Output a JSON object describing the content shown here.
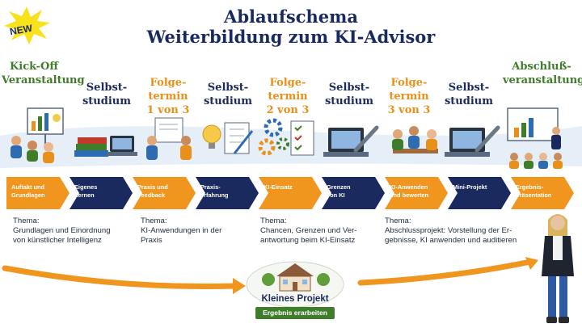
{
  "badge": "NEW",
  "header": {
    "title_line1": "Ablaufschema",
    "title_line2": "Weiterbildung zum KI-Advisor"
  },
  "stages": [
    {
      "title": "Kick-Off\nVeranstaltung",
      "color": "#3f7d2a"
    },
    {
      "title": "Selbst-\nstudium",
      "color": "#1b2a5e"
    },
    {
      "title": "Folge-\ntermin\n1 von 3",
      "color": "#e8901a"
    },
    {
      "title": "Selbst-\nstudium",
      "color": "#1b2a5e"
    },
    {
      "title": "Folge-\ntermin\n2 von 3",
      "color": "#e8901a"
    },
    {
      "title": "Selbst-\nstudium",
      "color": "#1b2a5e"
    },
    {
      "title": "Folge-\ntermin\n3 von 3",
      "color": "#e8901a"
    },
    {
      "title": "Selbst-\nstudium",
      "color": "#1b2a5e"
    },
    {
      "title": "Abschluß-\nveranstaltung",
      "color": "#3f7d2a"
    }
  ],
  "steps": [
    {
      "label": "Auftakt und\nGrundlagen",
      "color": "#f0961e"
    },
    {
      "label": "Eigenes\nLernen",
      "color": "#1b2a5e"
    },
    {
      "label": "Praxis und\nFeedback",
      "color": "#f0961e"
    },
    {
      "label": "Praxis-\nerfahrung",
      "color": "#1b2a5e"
    },
    {
      "label": "KI-Einsatz",
      "color": "#f0961e"
    },
    {
      "label": "Grenzen\nvon KI",
      "color": "#1b2a5e"
    },
    {
      "label": "KI-Anwenden\nund bewerten",
      "color": "#f0961e"
    },
    {
      "label": "Mini-Projekt",
      "color": "#1b2a5e"
    },
    {
      "label": "Ergebnis-\npräsentation",
      "color": "#f0961e"
    }
  ],
  "themes": [
    {
      "heading": "Thema:",
      "body": "Grundlagen und Einordnung\nvon künstlicher Intelligenz"
    },
    {
      "heading": "Thema:",
      "body": "KI-Anwendungen in der\nPraxis"
    },
    {
      "heading": "Thema:",
      "body": "Chancen, Grenzen und Ver-\nantwortung beim KI-Einsatz"
    },
    {
      "heading": "Thema:",
      "body": "Abschlussprojekt: Vorstellung der Er-\ngebnisse, KI anwenden und auditieren"
    }
  ],
  "center_project": {
    "title": "Kleines Projekt",
    "subtitle": "Ergebnis erarbeiten"
  },
  "colors": {
    "navy": "#1b2a5e",
    "orange": "#e8901a",
    "green": "#3f7d2a"
  },
  "icons": [
    "presentation-icon",
    "books-laptop-icon",
    "feedback-meeting-icon",
    "idea-checklist-icon",
    "gears-checklist-icon",
    "laptop-wrench-icon",
    "team-meeting-icon",
    "laptop-wrench-icon",
    "presentation-audience-icon"
  ]
}
